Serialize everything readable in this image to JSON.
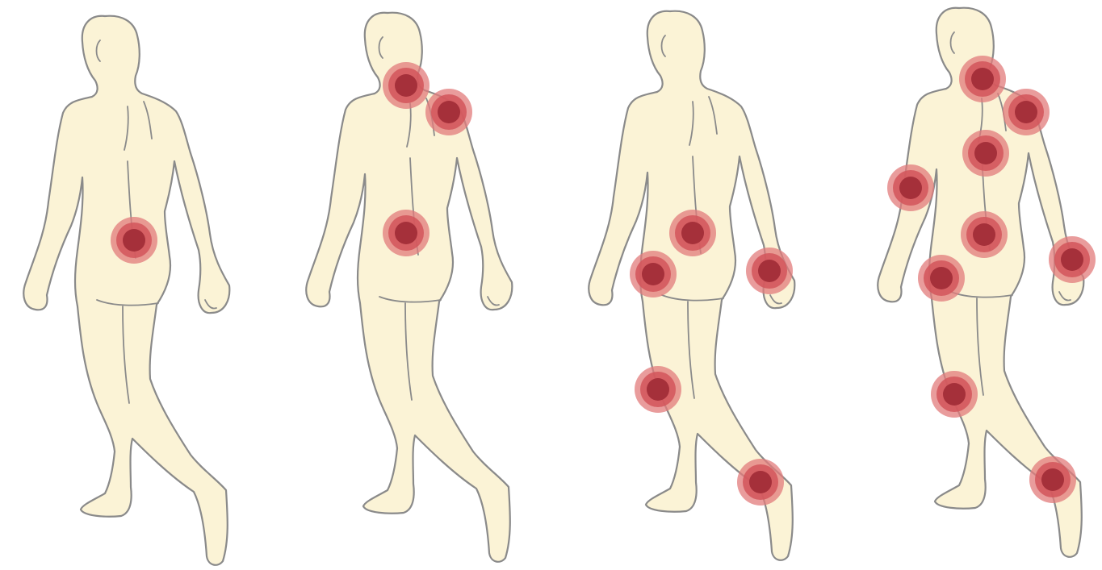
{
  "colors": {
    "background": "#ffffff",
    "skin": "#fbf3d6",
    "outline": "#8a8a8a",
    "spot_outer": "#e27b7b",
    "spot_mid": "#d2555a",
    "spot_inner": "#a5303a"
  },
  "figures": [
    {
      "id": "figure-1",
      "pain_points": [
        "lower-back"
      ]
    },
    {
      "id": "figure-2",
      "pain_points": [
        "neck",
        "right-shoulder",
        "lower-back"
      ]
    },
    {
      "id": "figure-3",
      "pain_points": [
        "lower-back",
        "left-hip",
        "right-wrist",
        "left-knee",
        "right-ankle"
      ]
    },
    {
      "id": "figure-4",
      "pain_points": [
        "neck",
        "right-shoulder",
        "upper-back",
        "left-elbow",
        "lower-back",
        "left-hip",
        "right-wrist",
        "left-knee",
        "right-ankle"
      ]
    }
  ]
}
